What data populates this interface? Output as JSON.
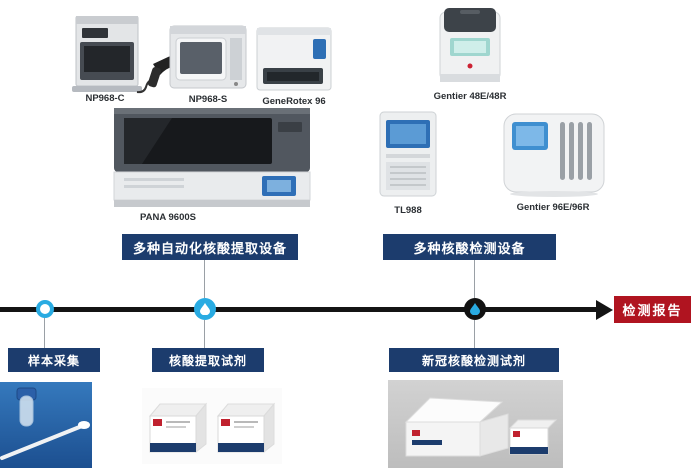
{
  "colors": {
    "navy": "#1c3c6d",
    "red": "#b01420",
    "cyan": "#29abe2",
    "timeline": "#141414"
  },
  "extraction": {
    "group_label": "多种自动化核酸提取设备",
    "devices": [
      {
        "name": "NP968-C"
      },
      {
        "name": "NP968-S"
      },
      {
        "name": "GeneRotex 96"
      },
      {
        "name": "PANA 9600S"
      }
    ]
  },
  "detection": {
    "group_label": "多种核酸检测设备",
    "devices": [
      {
        "name": "Gentier 48E/48R"
      },
      {
        "name": "TL988"
      },
      {
        "name": "Gentier 96E/96R"
      }
    ]
  },
  "timeline": {
    "report_label": "检测报告",
    "steps": [
      {
        "label": "样本采集"
      },
      {
        "label": "核酸提取试剂"
      },
      {
        "label": "新冠核酸检测试剂"
      }
    ]
  }
}
